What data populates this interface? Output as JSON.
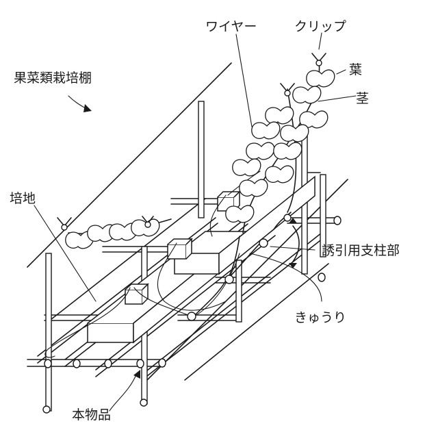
{
  "labels": {
    "trellis": "果菜類栽培棚",
    "wire": "ワイヤー",
    "clip": "クリップ",
    "leaf": "葉",
    "stem": "茎",
    "medium": "培地",
    "support": "誘引用支柱部",
    "cucumber": "きゅうり",
    "product": "本物品"
  }
}
